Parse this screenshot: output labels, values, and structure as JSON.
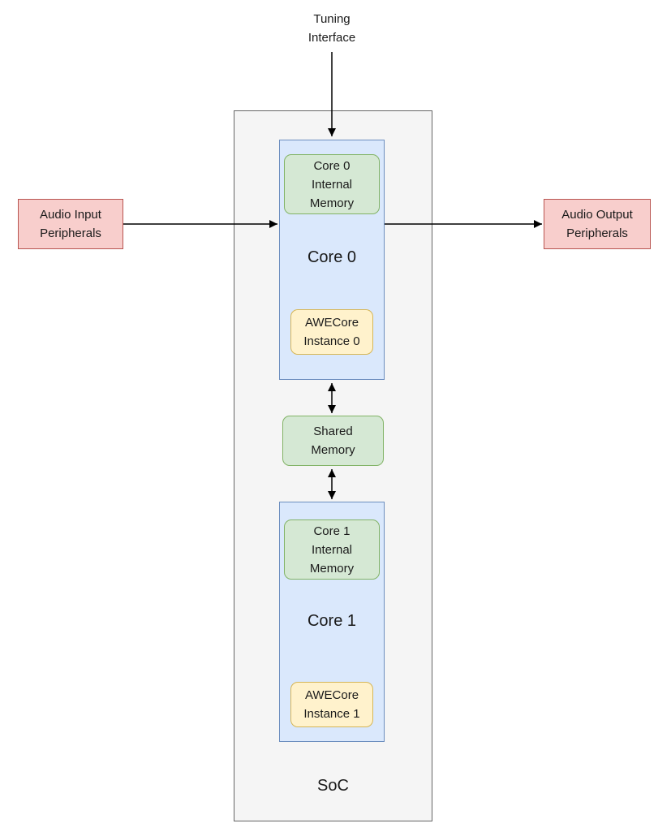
{
  "diagram": {
    "tuning_interface": {
      "label": "Tuning\nInterface"
    },
    "audio_input": {
      "label": "Audio Input\nPeripherals"
    },
    "audio_output": {
      "label": "Audio Output\nPeripherals"
    },
    "soc": {
      "label": "SoC"
    },
    "core0": {
      "label": "Core 0",
      "internal_memory": {
        "label": "Core 0\nInternal\nMemory"
      },
      "awecore": {
        "label": "AWECore\nInstance 0"
      }
    },
    "shared_memory": {
      "label": "Shared\nMemory"
    },
    "core1": {
      "label": "Core 1",
      "internal_memory": {
        "label": "Core 1\nInternal\nMemory"
      },
      "awecore": {
        "label": "AWECore\nInstance 1"
      }
    }
  },
  "colors": {
    "core_fill": "#dae8fc",
    "core_border": "#6c8ebf",
    "memory_fill": "#d5e8d4",
    "memory_border": "#82b366",
    "awecore_fill": "#fff2cc",
    "awecore_border": "#d6b656",
    "peripheral_fill": "#f8cecc",
    "peripheral_border": "#b85450",
    "soc_fill": "#f5f5f5",
    "soc_border": "#666666",
    "arrow": "#000000"
  }
}
